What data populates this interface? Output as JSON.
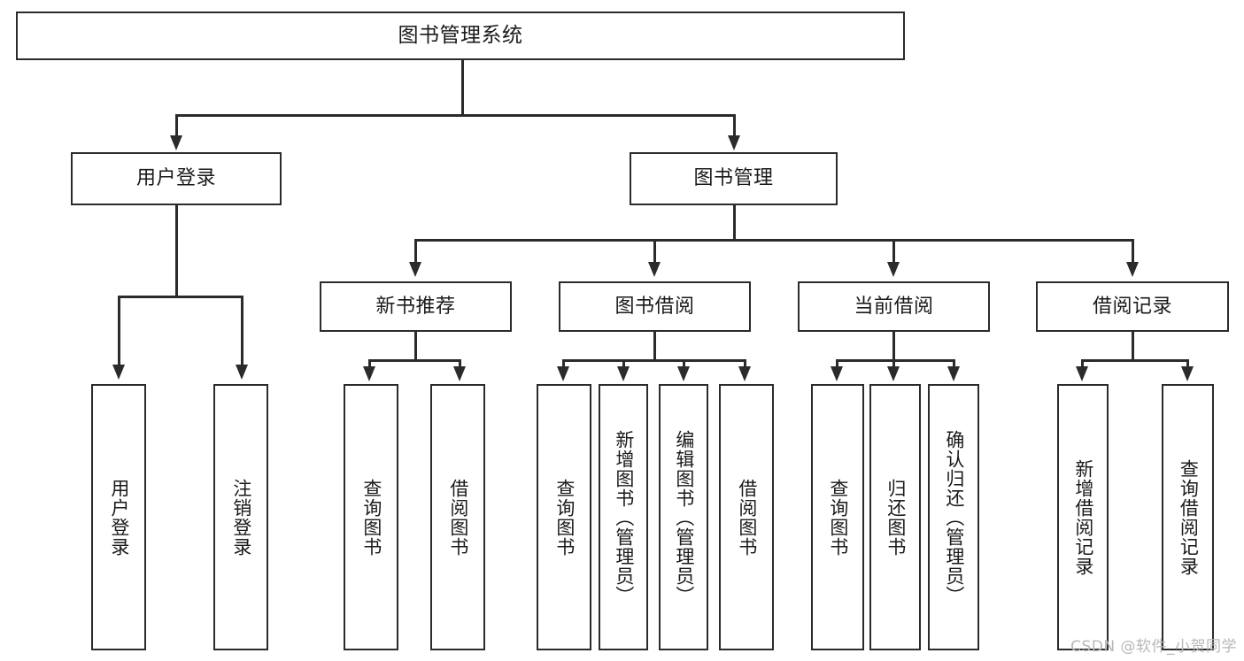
{
  "diagram": {
    "title": "图书管理系统",
    "type": "tree",
    "orientation": "top-down",
    "colors": {
      "box_border": "#2b2b2b",
      "box_fill": "#ffffff",
      "connector": "#2b2b2b",
      "text": "#1a1a1a",
      "watermark": "#b8b8b8",
      "background": "#ffffff"
    }
  },
  "nodes": {
    "root": {
      "label": "图书管理系统",
      "level": 1
    },
    "level2": [
      {
        "id": "user-login",
        "label": "用户登录"
      },
      {
        "id": "book-management",
        "label": "图书管理"
      }
    ],
    "level3": [
      {
        "id": "new-book-recommend",
        "label": "新书推荐",
        "parent": "book-management"
      },
      {
        "id": "book-borrow",
        "label": "图书借阅",
        "parent": "book-management"
      },
      {
        "id": "current-borrow",
        "label": "当前借阅",
        "parent": "book-management"
      },
      {
        "id": "borrow-record",
        "label": "借阅记录",
        "parent": "book-management"
      }
    ],
    "leaves": {
      "user-login": [
        {
          "id": "leaf-user-login",
          "label": "用户登录"
        },
        {
          "id": "leaf-user-logout",
          "label": "注销登录"
        }
      ],
      "new-book-recommend": [
        {
          "id": "leaf-query-book-1",
          "label": "查询图书"
        },
        {
          "id": "leaf-borrow-book-1",
          "label": "借阅图书"
        }
      ],
      "book-borrow": [
        {
          "id": "leaf-query-book-2",
          "label": "查询图书"
        },
        {
          "id": "leaf-add-book",
          "label": "新增图书（管理员）"
        },
        {
          "id": "leaf-edit-book",
          "label": "编辑图书（管理员）"
        },
        {
          "id": "leaf-borrow-book-2",
          "label": "借阅图书"
        }
      ],
      "current-borrow": [
        {
          "id": "leaf-query-book-3",
          "label": "查询图书"
        },
        {
          "id": "leaf-return-book",
          "label": "归还图书"
        },
        {
          "id": "leaf-confirm-return",
          "label": "确认归还（管理员）"
        }
      ],
      "borrow-record": [
        {
          "id": "leaf-add-record",
          "label": "新增借阅记录"
        },
        {
          "id": "leaf-query-record",
          "label": "查询借阅记录"
        }
      ]
    }
  },
  "watermark": {
    "text": "CSDN @软件_小贺同学"
  }
}
